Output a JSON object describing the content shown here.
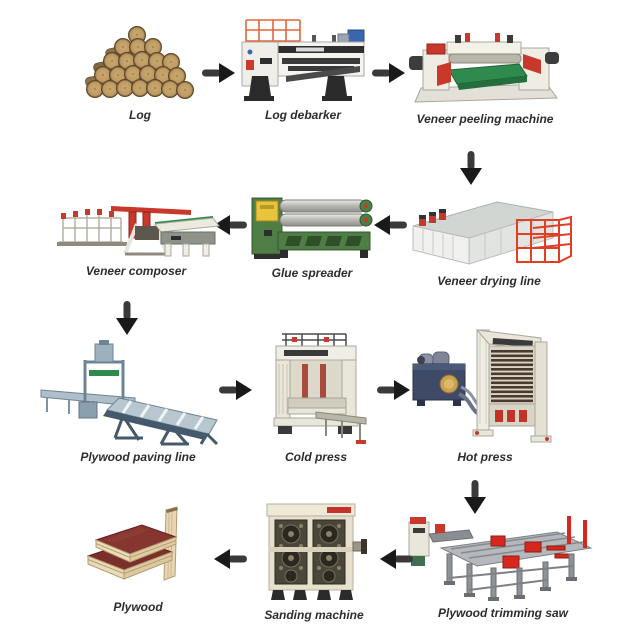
{
  "page": {
    "background_color": "#ffffff",
    "diagram_type": "process-flow"
  },
  "steps": [
    {
      "id": "log",
      "label": "Log"
    },
    {
      "id": "log-debarker",
      "label": "Log debarker"
    },
    {
      "id": "veneer-peeling-machine",
      "label": "Veneer peeling machine"
    },
    {
      "id": "veneer-drying-line",
      "label": "Veneer drying line"
    },
    {
      "id": "glue-spreader",
      "label": "Glue spreader"
    },
    {
      "id": "veneer-composer",
      "label": "Veneer composer"
    },
    {
      "id": "plywood-paving-line",
      "label": "Plywood paving line"
    },
    {
      "id": "cold-press",
      "label": "Cold press"
    },
    {
      "id": "hot-press",
      "label": "Hot press"
    },
    {
      "id": "plywood-trimming-saw",
      "label": "Plywood trimming saw"
    },
    {
      "id": "sanding-machine",
      "label": "Sanding machine"
    },
    {
      "id": "plywood",
      "label": "Plywood"
    }
  ],
  "flow": [
    {
      "from": "Log",
      "to": "Log debarker",
      "arrow": "right"
    },
    {
      "from": "Log debarker",
      "to": "Veneer peeling machine",
      "arrow": "right"
    },
    {
      "from": "Veneer peeling machine",
      "to": "Veneer drying line",
      "arrow": "down"
    },
    {
      "from": "Veneer drying line",
      "to": "Glue spreader",
      "arrow": "left"
    },
    {
      "from": "Glue spreader",
      "to": "Veneer composer",
      "arrow": "left"
    },
    {
      "from": "Veneer composer",
      "to": "Plywood paving line",
      "arrow": "down"
    },
    {
      "from": "Plywood paving line",
      "to": "Cold press",
      "arrow": "right"
    },
    {
      "from": "Cold press",
      "to": "Hot press",
      "arrow": "right"
    },
    {
      "from": "Hot press",
      "to": "Plywood trimming saw",
      "arrow": "down"
    },
    {
      "from": "Plywood trimming saw",
      "to": "Sanding machine",
      "arrow": "left"
    },
    {
      "from": "Sanding machine",
      "to": "Plywood",
      "arrow": "left"
    }
  ],
  "colors": {
    "label_text": "#2d2d2d",
    "arrow": "#1f1f1f",
    "machine_red": "#c8392b",
    "machine_green": "#4e7d45",
    "conveyor_blue": "#9db1bd",
    "hydraulic_blue": "#3e4a66",
    "plywood_face": "#7b2f2a",
    "log_wood": "#c3a26b"
  }
}
